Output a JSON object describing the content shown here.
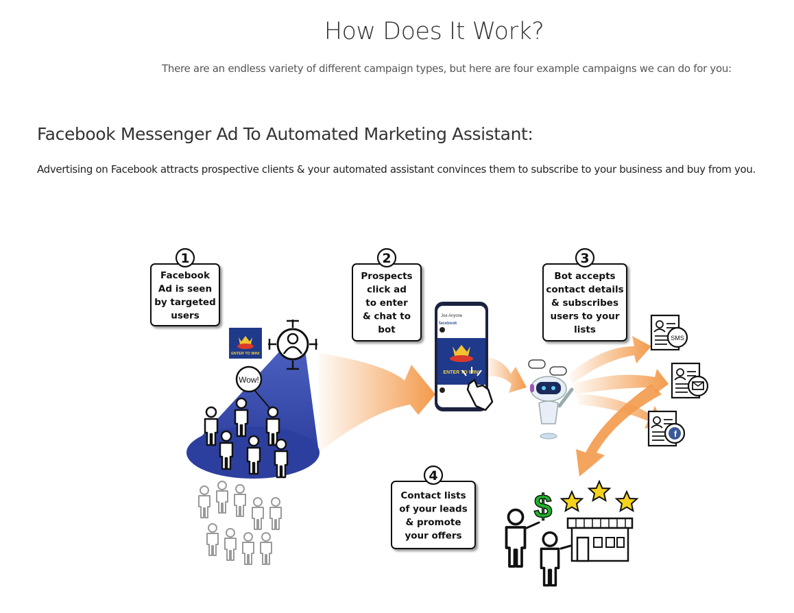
{
  "page": {
    "title": "How Does It Work?",
    "subtitle": "There are an endless variety of different campaign types, but here are four example campaigns we can do for you:",
    "section_heading": "Facebook Messenger Ad To Automated Marketing Assistant:",
    "section_description": "Advertising on Facebook attracts prospective clients & your automated assistant convinces them to subscribe to your business and buy from you."
  },
  "illustration": {
    "steps": [
      {
        "number": "1",
        "lines": [
          "Facebook",
          "Ad is seen",
          "by targeted",
          "users"
        ]
      },
      {
        "number": "2",
        "lines": [
          "Prospects",
          "click ad",
          "to enter",
          "& chat to",
          "bot"
        ]
      },
      {
        "number": "3",
        "lines": [
          "Bot accepts",
          "contact details",
          "& subscribes",
          "users to your",
          "lists"
        ]
      },
      {
        "number": "4",
        "lines": [
          "Contact lists",
          "of your leads",
          "& promote",
          "your offers"
        ]
      }
    ],
    "ad_text": "ENTER TO WIN!",
    "speech_bubble": "Wow!",
    "phone_contact": "Joe Anyone",
    "phone_app": "facebook",
    "sms_label": "SMS",
    "dollar_sign": "$",
    "colors": {
      "cone_blue": "#2d3f9e",
      "arrow_orange": "#f39a4b",
      "ad_blue": "#1f3a8a",
      "dollar_green": "#1fb52a",
      "star_yellow": "#f7d21c"
    }
  }
}
